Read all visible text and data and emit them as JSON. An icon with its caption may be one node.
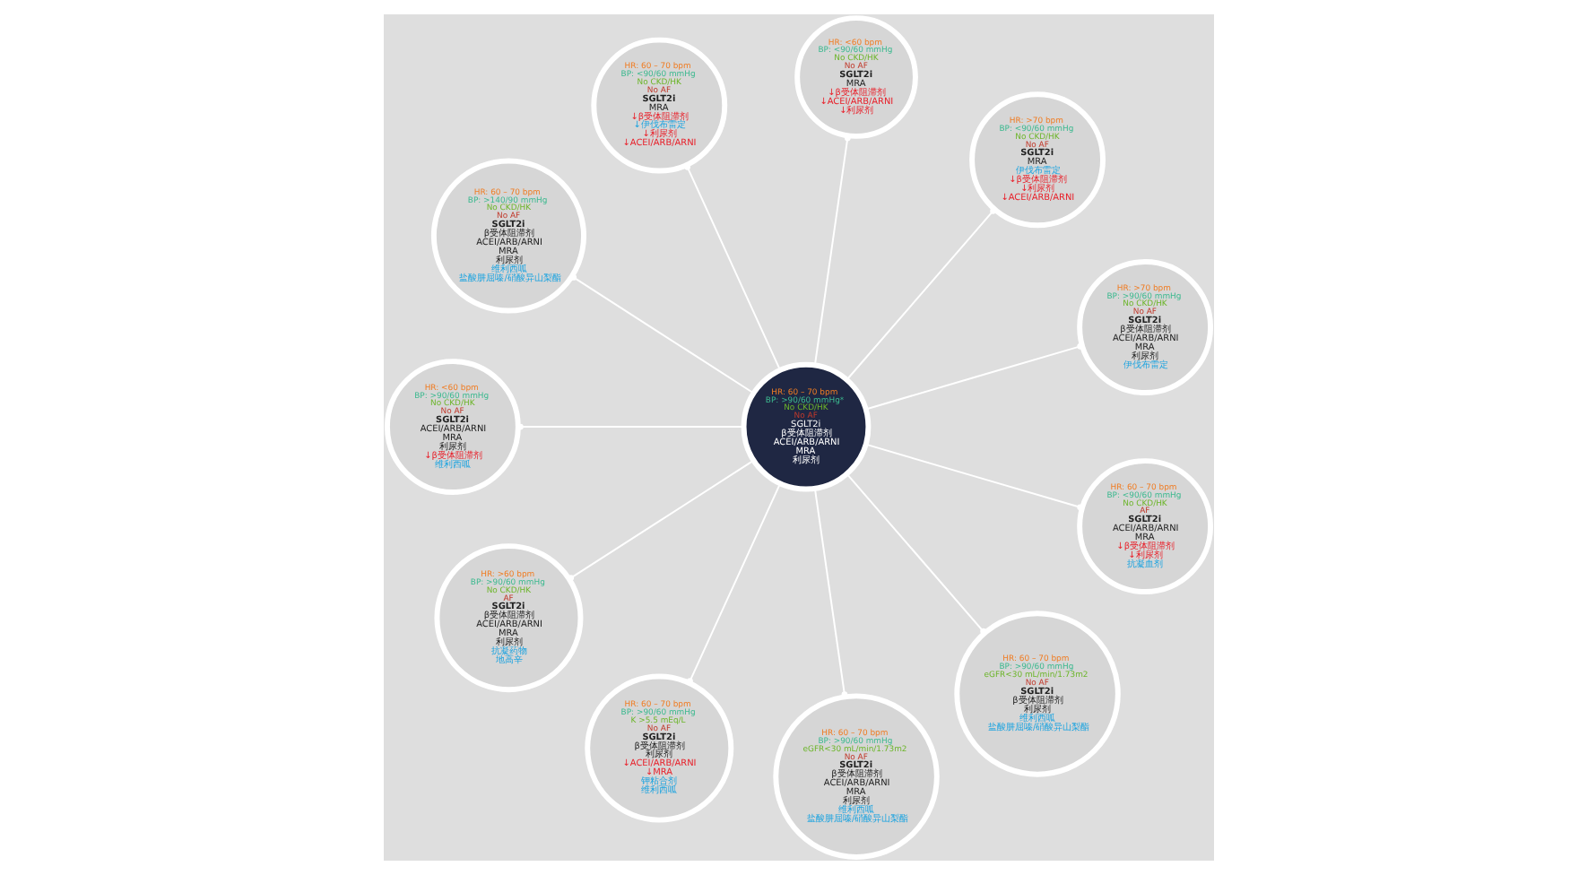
{
  "diagram": {
    "nodes": [
      {
        "text": [
          "HR: 60 – 70 bpm",
          "BP: >90/60 mmHg*",
          "No CKD/HK",
          "No AF",
          "SGLT2i",
          "β受体阻滞剂",
          "ACEI/ARB/ARNI",
          "MRA",
          "利尿剂"
        ]
      },
      {
        "text": [
          "HR: >70 bpm",
          "BP: >90/60 mmHg",
          "No CKD/HK",
          "No AF",
          "SGLT2i",
          "β受体阻滞剂",
          "ACEI/ARB/ARNI",
          "MRA",
          "利尿剂",
          "伊伐布雷定"
        ]
      },
      {
        "text": [
          "HR: >70 bpm",
          "BP: <90/60 mmHg",
          "No CKD/HK",
          "No AF",
          "SGLT2i",
          "MRA",
          "伊伐布雷定",
          "↓β受体阻滞剂",
          "↓利尿剂",
          "↓ACEI/ARB/ARNI"
        ]
      },
      {
        "text": [
          "HR: <60 bpm",
          "BP: <90/60 mmHg",
          "No CKD/HK",
          "No AF",
          "SGLT2i",
          "MRA",
          "↓β受体阻滞剂",
          "↓ACEI/ARB/ARNI",
          "↓利尿剂"
        ]
      },
      {
        "text": [
          "HR: 60 – 70 bpm",
          "BP: <90/60 mmHg",
          "No CKD/HK",
          "No AF",
          "SGLT2i",
          "MRA",
          "↓β受体阻滞剂",
          "↓伊伐布雷定",
          "↓利尿剂",
          "↓ACEI/ARB/ARNI"
        ]
      },
      {
        "text": [
          "HR: 60 – 70 bpm",
          "BP: >140/90 mmHg",
          "No CKD/HK",
          "No AF",
          "SGLT2i",
          "β受体阻滞剂",
          "ACEI/ARB/ARNI",
          "MRA",
          "利尿剂",
          "维利西呱",
          "盐酸肼屈嗪/硝酸异山梨酯"
        ]
      },
      {
        "text": [
          "HR: <60 bpm",
          "BP: >90/60 mmHg",
          "No CKD/HK",
          "No AF",
          "SGLT2i",
          "ACEI/ARB/ARNI",
          "MRA",
          "利尿剂",
          "↓β受体阻滞剂",
          "维利西呱"
        ]
      },
      {
        "text": [
          "HR: >60 bpm",
          "BP: >90/60 mmHg",
          "No CKD/HK",
          "AF",
          "SGLT2i",
          "β受体阻滞剂",
          "ACEI/ARB/ARNI",
          "MRA",
          "利尿剂",
          "抗凝药物",
          "地高辛"
        ]
      },
      {
        "text": [
          "HR: 60 – 70 bpm",
          "BP: >90/60 mmHg",
          "K >5.5 mEq/L",
          "No AF",
          "SGLT2i",
          "β受体阻滞剂",
          "利尿剂",
          "↓ACEI/ARB/ARNI",
          "↓MRA",
          "钾粘合剂",
          "维利西呱"
        ]
      },
      {
        "text": [
          "HR: 60 – 70 bpm",
          "BP: >90/60 mmHg",
          "eGFR<30 mL/min/1.73m2",
          "No AF",
          "SGLT2i",
          "β受体阻滞剂",
          "ACEI/ARB/ARNI",
          "MRA",
          "利尿剂",
          "维利西呱",
          "盐酸肼屈嗪/硝酸异山梨酯"
        ]
      },
      {
        "text": [
          "HR: 60 – 70 bpm",
          "BP: >90/60 mmHg",
          "eGFR<30 mL/min/1.73m2",
          "No AF",
          "SGLT2i",
          "β受体阻滞剂",
          "利尿剂",
          "维利西呱",
          "盐酸肼屈嗪/硝酸异山梨酯"
        ]
      },
      {
        "text": [
          "HR: 60 – 70 bpm",
          "BP: <90/60 mmHg",
          "No CKD/HK",
          "AF",
          "SGLT2i",
          "ACEI/ARB/ARNI",
          "MRA",
          "↓β受体阻滞剂",
          "↓利尿剂",
          "抗凝血剂"
        ]
      }
    ],
    "edges": [
      {
        "from": 0,
        "to": 1,
        "arrow": "other"
      },
      {
        "from": 0,
        "to": 2,
        "arrow": "other"
      },
      {
        "from": 0,
        "to": 3,
        "arrow": "other"
      },
      {
        "from": 0,
        "to": 4,
        "arrow": "other"
      },
      {
        "from": 0,
        "to": 5,
        "arrow": "other"
      },
      {
        "from": 0,
        "to": 6,
        "arrow": "other"
      },
      {
        "from": 0,
        "to": 7,
        "arrow": "other"
      },
      {
        "from": 0,
        "to": 8,
        "arrow": "other"
      },
      {
        "from": 0,
        "to": 9,
        "arrow": "other"
      },
      {
        "from": 0,
        "to": 10,
        "arrow": "other"
      },
      {
        "from": 0,
        "to": 11,
        "arrow": "other"
      }
    ]
  }
}
